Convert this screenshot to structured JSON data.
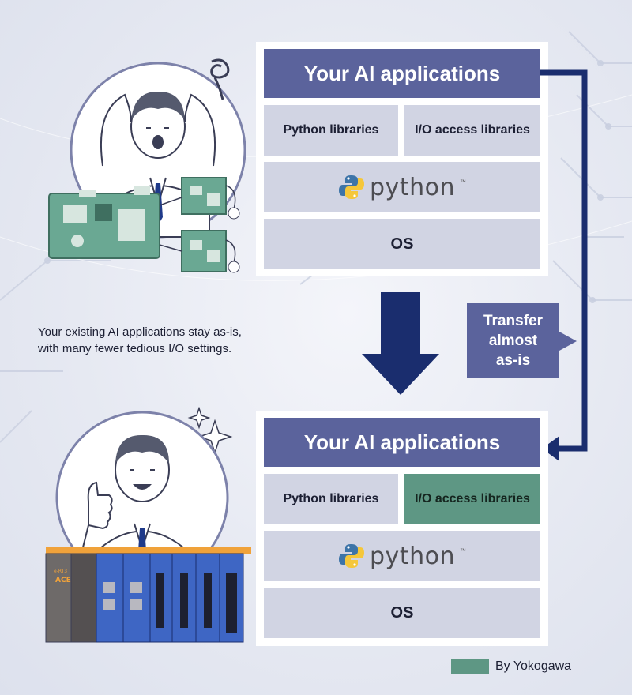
{
  "colors": {
    "stack_header": "#5b639c",
    "stack_cell": "#d1d4e3",
    "yokogawa_highlight": "#5e9784",
    "arrow_navy": "#1a2d6e"
  },
  "top_stack": {
    "title": "Your AI applications",
    "python_libraries": "Python libraries",
    "io_libraries": "I/O access libraries",
    "python_word": "python",
    "trademark": "™",
    "os": "OS"
  },
  "bottom_stack": {
    "title": "Your AI applications",
    "python_libraries": "Python libraries",
    "io_libraries": "I/O access libraries",
    "python_word": "python",
    "trademark": "™",
    "os": "OS"
  },
  "caption": {
    "line1": "Your existing AI applications stay as-is,",
    "line2": "with many fewer tedious I/O settings."
  },
  "transfer": {
    "line1": "Transfer",
    "line2": "almost",
    "line3": "as-is"
  },
  "device_labels": {
    "brand": "e-RT3",
    "model": "ACE"
  },
  "legend": {
    "label": "By Yokogawa"
  }
}
